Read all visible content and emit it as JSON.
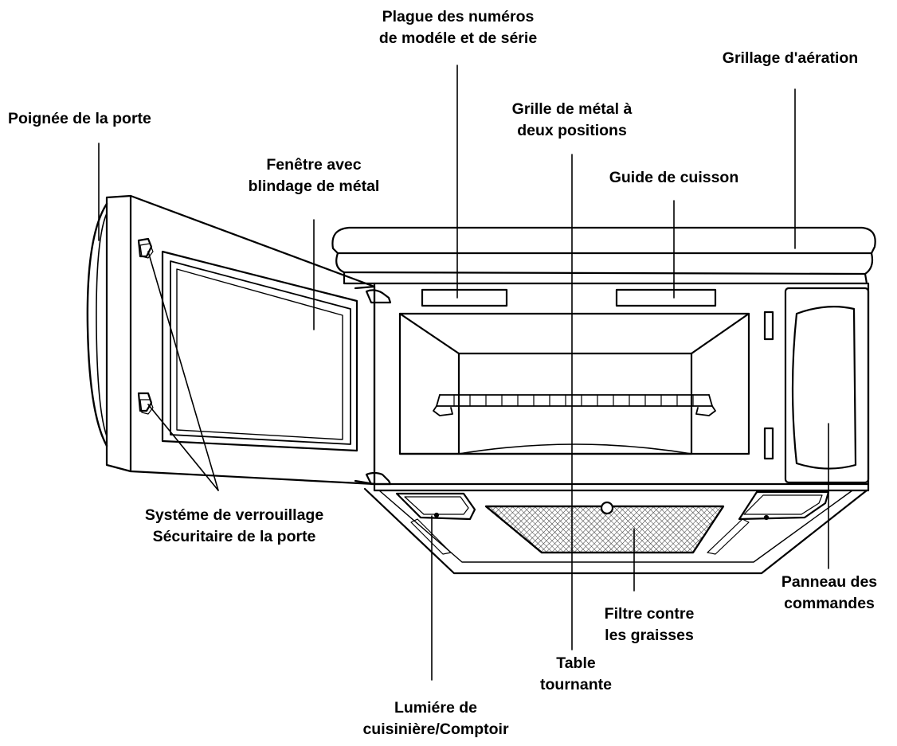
{
  "labels": {
    "serial_plate": [
      "Plague des numéros",
      "de modéle et de série"
    ],
    "vent_grille": [
      "Grillage d'aération"
    ],
    "door_handle": [
      "Poignée de la porte"
    ],
    "metal_rack": [
      "Grille de métal à",
      "deux positions"
    ],
    "window": [
      "Fenêtre avec",
      "blindage de métal"
    ],
    "cooking_guide": [
      "Guide de cuisson"
    ],
    "door_lock": [
      "Systéme de verrouillage",
      "Sécuritaire de la porte"
    ],
    "control_panel": [
      "Panneau des",
      "commandes"
    ],
    "grease_filter": [
      "Filtre contre",
      "les graisses"
    ],
    "turntable": [
      "Table",
      "tournante"
    ],
    "cooktop_light": [
      "Lumiére de",
      "cuisinière/Comptoir"
    ]
  }
}
